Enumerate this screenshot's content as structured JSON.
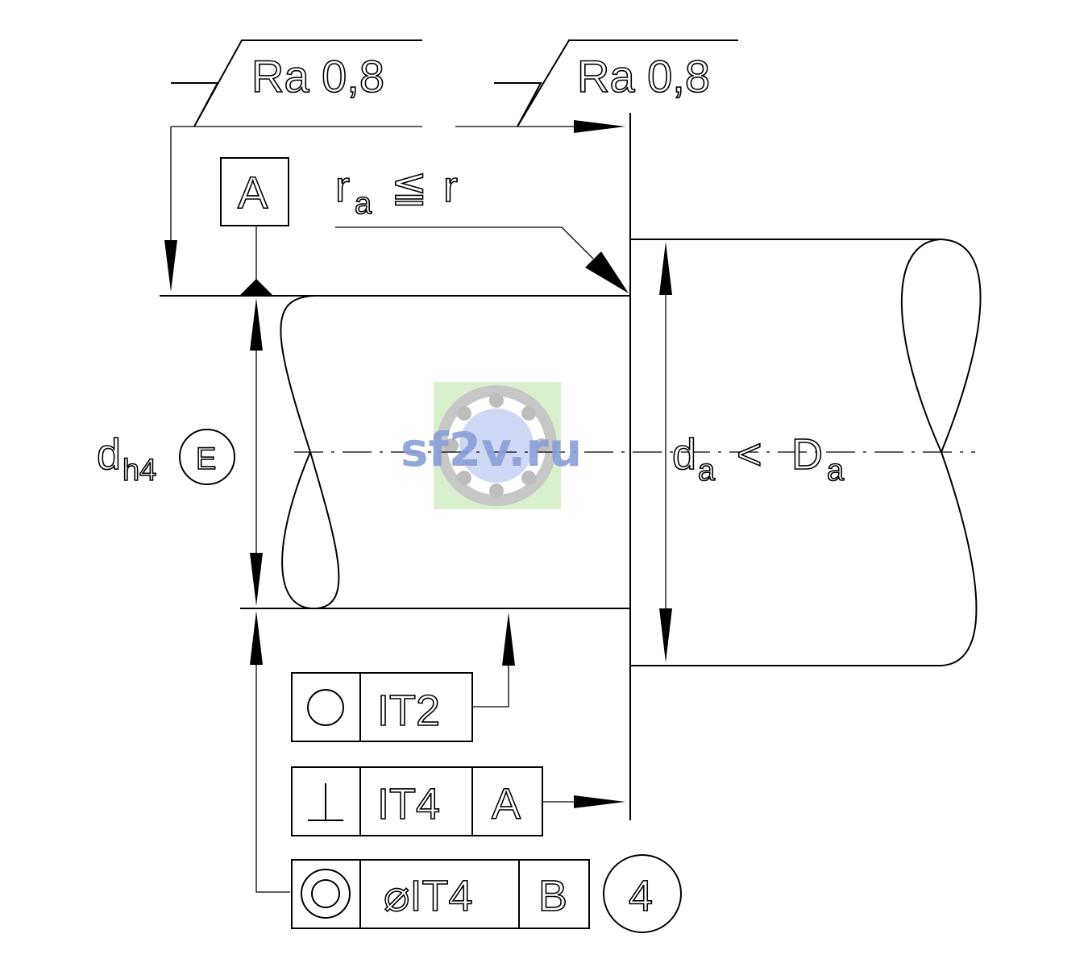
{
  "surface_top": {
    "label": "Ra 0,8"
  },
  "surface_face": {
    "label": "Ra 0,8"
  },
  "datum": {
    "letter": "A"
  },
  "radius_note": {
    "r": "r",
    "sub": "a",
    "rel": "≦",
    "rhs": "r"
  },
  "shaft_dim": {
    "d": "d",
    "sub": "h4",
    "envelope": "E"
  },
  "shoulder_dim": {
    "d": "d",
    "sub": "a",
    "rel": "<",
    "D": "D",
    "Dsub": "a"
  },
  "fcf_roundness": {
    "symbol": "○",
    "tol": "IT2"
  },
  "fcf_perpendicularity": {
    "symbol": "⊥",
    "tol": "IT4",
    "datum": "A"
  },
  "fcf_coaxiality": {
    "symbol": "◎",
    "tol": "⌀IT4",
    "datum": "B",
    "note": "4"
  },
  "watermark": {
    "text": "sf2v.ru",
    "colors": {
      "bg": "#d9f0cf",
      "ring": "#c7c7c7",
      "ball": "#bdbdbd",
      "center": "#cfd8f5",
      "text": "#8a9fd8"
    }
  }
}
